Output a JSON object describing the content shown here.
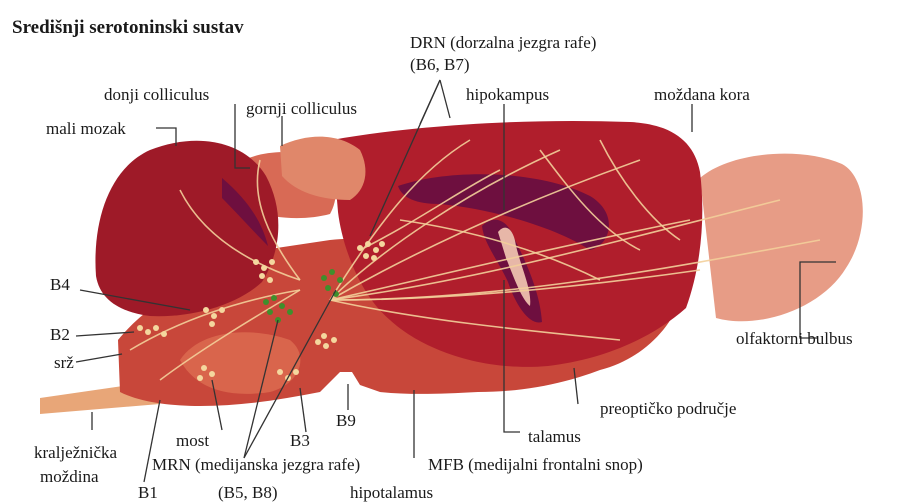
{
  "title": "Središnji serotoninski sustav",
  "labels": {
    "drn": "DRN (dorzalna jezgra rafe)",
    "drn_groups": "(B6, B7)",
    "donji_colliculus": "donji colliculus",
    "gornji_colliculus": "gornji colliculus",
    "hipokampus": "hipokampus",
    "mozdana_kora": "moždana kora",
    "mali_mozak": "mali mozak",
    "b4": "B4",
    "b2": "B2",
    "srz": "srž",
    "olfaktorni_bulbus": "olfaktorni bulbus",
    "b9": "B9",
    "preopticko": "preoptičko područje",
    "most": "most",
    "b3": "B3",
    "talamus": "talamus",
    "kraljeznicka": "kralježnička",
    "mozdina": "moždina",
    "mrn": "MRN (medijanska jezgra rafe)",
    "mfb": "MFB (medijalni frontalni snop)",
    "b1": "B1",
    "mrn_groups": "(B5, B8)",
    "hipotalamus": "hipotalamus"
  },
  "colors": {
    "cortex": "#b01e2c",
    "cerebellum": "#9e1a28",
    "brainstem": "#c8473a",
    "olfactory_bulb": "#e79c86",
    "fibers": "#f3cf9a",
    "nuclei_dots": "#f4d79e",
    "mrn_dots": "#3f8f2c",
    "ventricles": "#6e0f3f"
  }
}
